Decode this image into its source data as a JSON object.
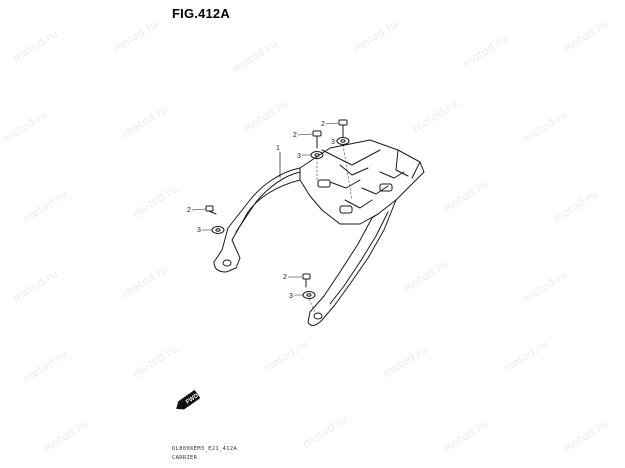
{
  "figure": {
    "title": "FIG.412A",
    "code": "DL800XEM3_E21_412A",
    "name": "CARRIER"
  },
  "watermark": {
    "text": "motod.ru"
  },
  "callouts": [
    {
      "id": "c1",
      "label": "1",
      "part": "carrier"
    },
    {
      "id": "c2a",
      "label": "2",
      "part": "bolt"
    },
    {
      "id": "c3a",
      "label": "3",
      "part": "washer"
    },
    {
      "id": "c2b",
      "label": "2",
      "part": "bolt"
    },
    {
      "id": "c3b",
      "label": "3",
      "part": "washer"
    },
    {
      "id": "c2c",
      "label": "2",
      "part": "bolt"
    },
    {
      "id": "c3c",
      "label": "3",
      "part": "washer"
    },
    {
      "id": "c2d",
      "label": "2",
      "part": "bolt"
    },
    {
      "id": "c3d",
      "label": "3",
      "part": "washer"
    }
  ],
  "direction_badge": {
    "text": "FWD"
  }
}
